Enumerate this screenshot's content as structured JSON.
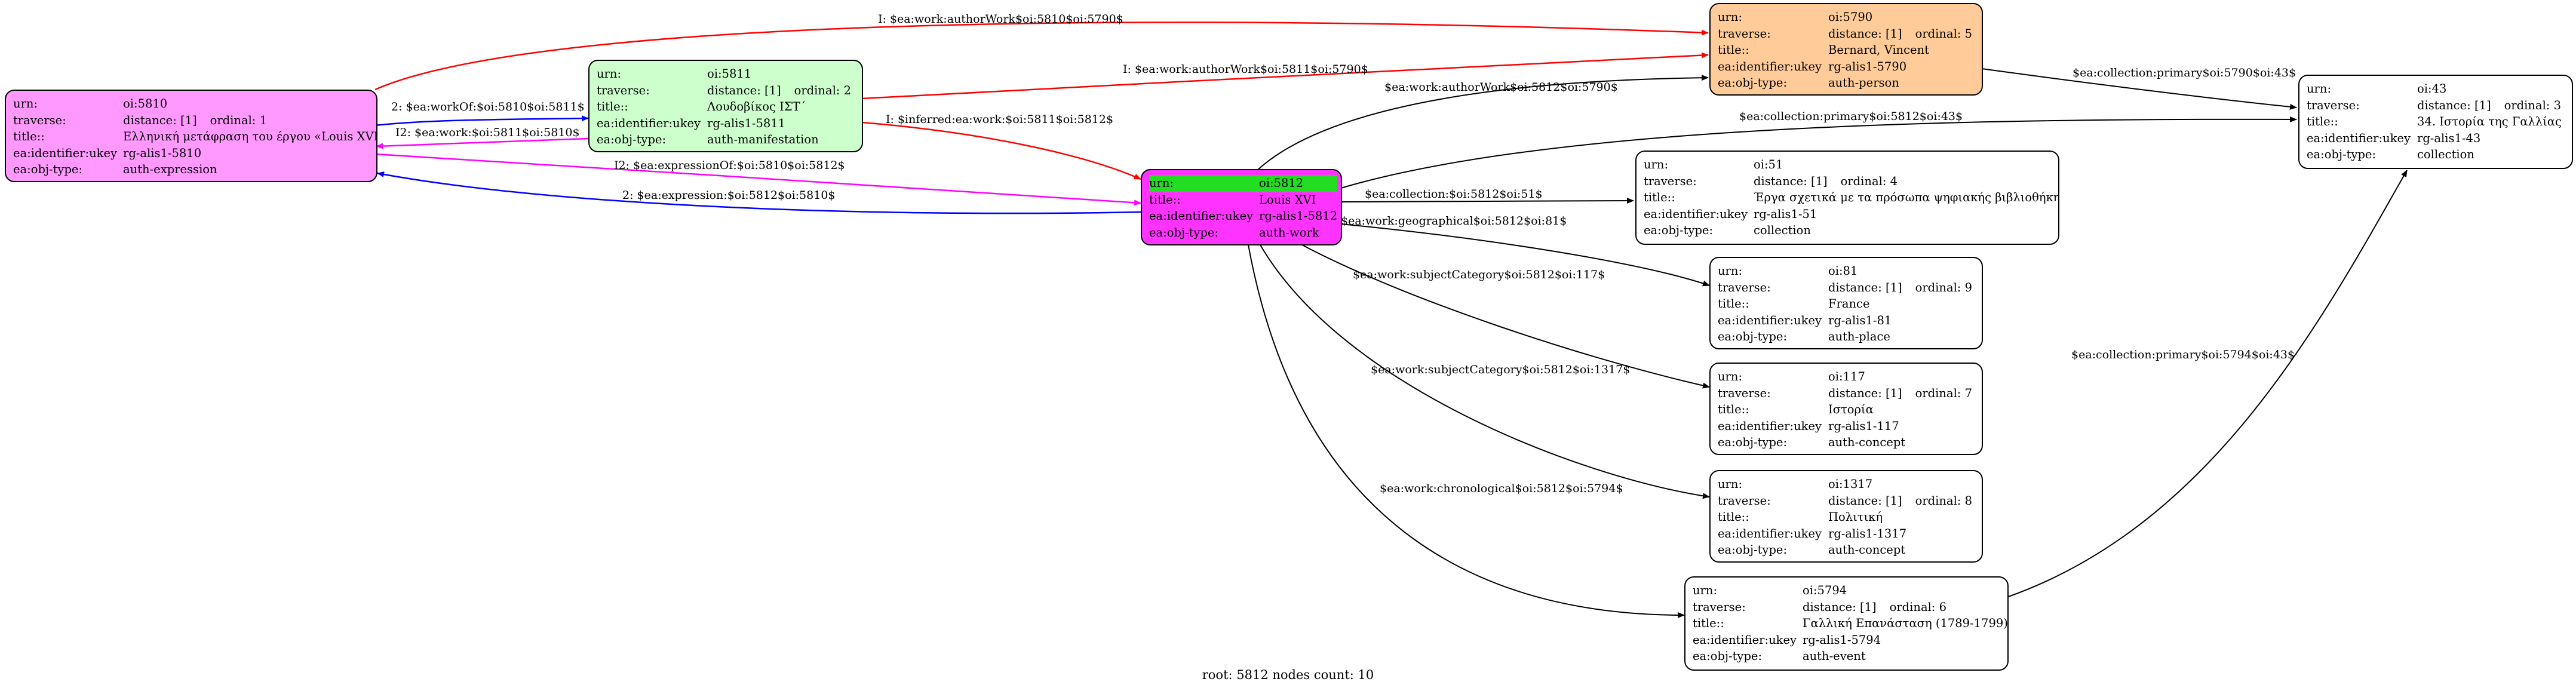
{
  "footer": "root: 5812 nodes count: 10",
  "colors": {
    "expression": "#ff99ff",
    "manifestation": "#ccffcc",
    "person": "#ffcc99",
    "work": "#ff33ff",
    "white": "#ffffff",
    "highlight": "#22dd22",
    "red_edge": "#ff0000",
    "blue_edge": "#0000ff",
    "magenta_edge": "#ff00ff"
  },
  "nodes": {
    "n5810": {
      "urn_key": "urn:",
      "urn": "oi:5810",
      "traverse_key": "traverse:",
      "distance": "distance: [1]",
      "ordinal": "ordinal: 1",
      "title_key": "title::",
      "title": "Ελληνική μετάφραση του έργου «Louis XVI»",
      "ukey_key": "ea:identifier:ukey",
      "ukey": "rg-alis1-5810",
      "type_key": "ea:obj-type:",
      "type": "auth-expression"
    },
    "n5811": {
      "urn_key": "urn:",
      "urn": "oi:5811",
      "traverse_key": "traverse:",
      "distance": "distance: [1]",
      "ordinal": "ordinal: 2",
      "title_key": "title::",
      "title": "Λουδοβίκος ΙΣΤ΄",
      "ukey_key": "ea:identifier:ukey",
      "ukey": "rg-alis1-5811",
      "type_key": "ea:obj-type:",
      "type": "auth-manifestation"
    },
    "n5790": {
      "urn_key": "urn:",
      "urn": "oi:5790",
      "traverse_key": "traverse:",
      "distance": "distance: [1]",
      "ordinal": "ordinal: 5",
      "title_key": "title::",
      "title": "Bernard, Vincent",
      "ukey_key": "ea:identifier:ukey",
      "ukey": "rg-alis1-5790",
      "type_key": "ea:obj-type:",
      "type": "auth-person"
    },
    "n5812": {
      "urn_key": "urn:",
      "urn": "oi:5812",
      "title_key": "title::",
      "title": "Louis XVI",
      "ukey_key": "ea:identifier:ukey",
      "ukey": "rg-alis1-5812",
      "type_key": "ea:obj-type:",
      "type": "auth-work"
    },
    "n43": {
      "urn_key": "urn:",
      "urn": "oi:43",
      "traverse_key": "traverse:",
      "distance": "distance: [1]",
      "ordinal": "ordinal: 3",
      "title_key": "title::",
      "title": "34. Ιστορία της Γαλλίας",
      "ukey_key": "ea:identifier:ukey",
      "ukey": "rg-alis1-43",
      "type_key": "ea:obj-type:",
      "type": "collection"
    },
    "n51": {
      "urn_key": "urn:",
      "urn": "oi:51",
      "traverse_key": "traverse:",
      "distance": "distance: [1]",
      "ordinal": "ordinal: 4",
      "title_key": "title::",
      "title": "Έργα σχετικά με τα πρόσωπα ψηφιακής βιβλιοθήκης",
      "ukey_key": "ea:identifier:ukey",
      "ukey": "rg-alis1-51",
      "type_key": "ea:obj-type:",
      "type": "collection"
    },
    "n81": {
      "urn_key": "urn:",
      "urn": "oi:81",
      "traverse_key": "traverse:",
      "distance": "distance: [1]",
      "ordinal": "ordinal: 9",
      "title_key": "title::",
      "title": "France",
      "ukey_key": "ea:identifier:ukey",
      "ukey": "rg-alis1-81",
      "type_key": "ea:obj-type:",
      "type": "auth-place"
    },
    "n117": {
      "urn_key": "urn:",
      "urn": "oi:117",
      "traverse_key": "traverse:",
      "distance": "distance: [1]",
      "ordinal": "ordinal: 7",
      "title_key": "title::",
      "title": "Ιστορία",
      "ukey_key": "ea:identifier:ukey",
      "ukey": "rg-alis1-117",
      "type_key": "ea:obj-type:",
      "type": "auth-concept"
    },
    "n1317": {
      "urn_key": "urn:",
      "urn": "oi:1317",
      "traverse_key": "traverse:",
      "distance": "distance: [1]",
      "ordinal": "ordinal: 8",
      "title_key": "title::",
      "title": "Πολιτική",
      "ukey_key": "ea:identifier:ukey",
      "ukey": "rg-alis1-1317",
      "type_key": "ea:obj-type:",
      "type": "auth-concept"
    },
    "n5794": {
      "urn_key": "urn:",
      "urn": "oi:5794",
      "traverse_key": "traverse:",
      "distance": "distance: [1]",
      "ordinal": "ordinal: 6",
      "title_key": "title::",
      "title": "Γαλλική Επανάσταση (1789-1799)",
      "ukey_key": "ea:identifier:ukey",
      "ukey": "rg-alis1-5794",
      "type_key": "ea:obj-type:",
      "type": "auth-event"
    }
  },
  "edges": {
    "e1": "I: $ea:work:authorWork$oi:5810$oi:5790$",
    "e2": "2: $ea:workOf:$oi:5810$oi:5811$",
    "e3": "I2: $ea:work:$oi:5811$oi:5810$",
    "e4": "I: $ea:work:authorWork$oi:5811$oi:5790$",
    "e5": "I: $inferred:ea:work:$oi:5811$oi:5812$",
    "e6": "I2: $ea:expressionOf:$oi:5810$oi:5812$",
    "e7": "2: $ea:expression:$oi:5812$oi:5810$",
    "e8": "$ea:work:authorWork$oi:5812$oi:5790$",
    "e9": "$ea:collection:primary$oi:5812$oi:43$",
    "e10": "$ea:collection:primary$oi:5790$oi:43$",
    "e11": "$ea:collection:$oi:5812$oi:51$",
    "e12": "$ea:work:geographical$oi:5812$oi:81$",
    "e13": "$ea:work:subjectCategory$oi:5812$oi:117$",
    "e14": "$ea:work:subjectCategory$oi:5812$oi:1317$",
    "e15": "$ea:work:chronological$oi:5812$oi:5794$",
    "e16": "$ea:collection:primary$oi:5794$oi:43$"
  }
}
